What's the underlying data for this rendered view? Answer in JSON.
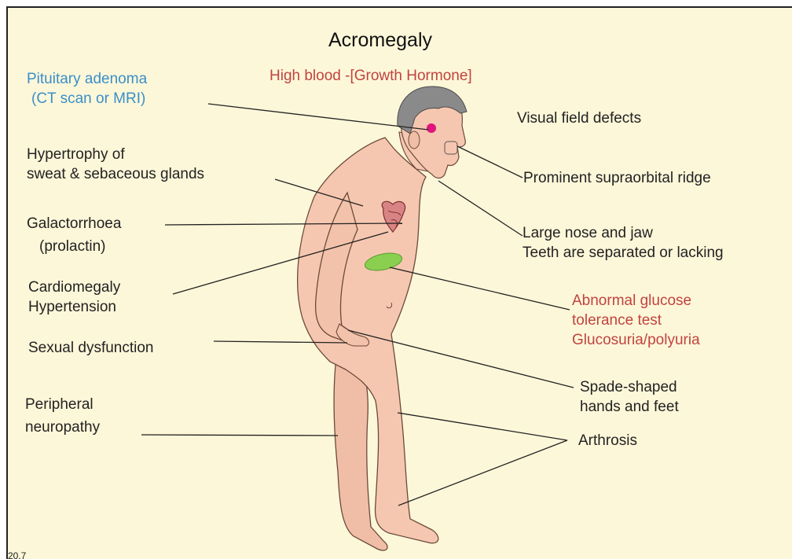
{
  "title": "Acromegaly",
  "subtitle": "High blood -[Growth Hormone]",
  "labels": {
    "pituitary": [
      "Pituitary adenoma",
      "(CT scan or MRI)"
    ],
    "visual": "Visual field defects",
    "hypertrophy": [
      "Hypertrophy of",
      "sweat & sebaceous glands"
    ],
    "supraorbital": "Prominent supraorbital ridge",
    "galactorrhoea": [
      "Galactorrhoea",
      "(prolactin)"
    ],
    "nose_jaw": [
      "Large nose and jaw",
      "Teeth are separated or lacking"
    ],
    "cardiomegaly": [
      "Cardiomegaly",
      "Hypertension"
    ],
    "glucose": [
      "Abnormal glucose",
      "tolerance test",
      "Glucosuria/polyuria"
    ],
    "sexual": "Sexual dysfunction",
    "spade": [
      "Spade-shaped",
      "hands and feet"
    ],
    "neuropathy": [
      "Peripheral",
      "neuropathy"
    ],
    "arthrosis": "Arthrosis"
  },
  "corner_label": "20.7",
  "colors": {
    "background": "#fdf7d9",
    "title_text": "#111111",
    "subtitle_red": "#c0443f",
    "pituitary_blue": "#3a8fc8",
    "skin": "#f6c7b0",
    "skin_outline": "#6b4a3a",
    "hair": "#8a8a8a",
    "pancreas": "#8bcf50",
    "heart": "#d98484",
    "pituitary_dot": "#e0147a"
  }
}
